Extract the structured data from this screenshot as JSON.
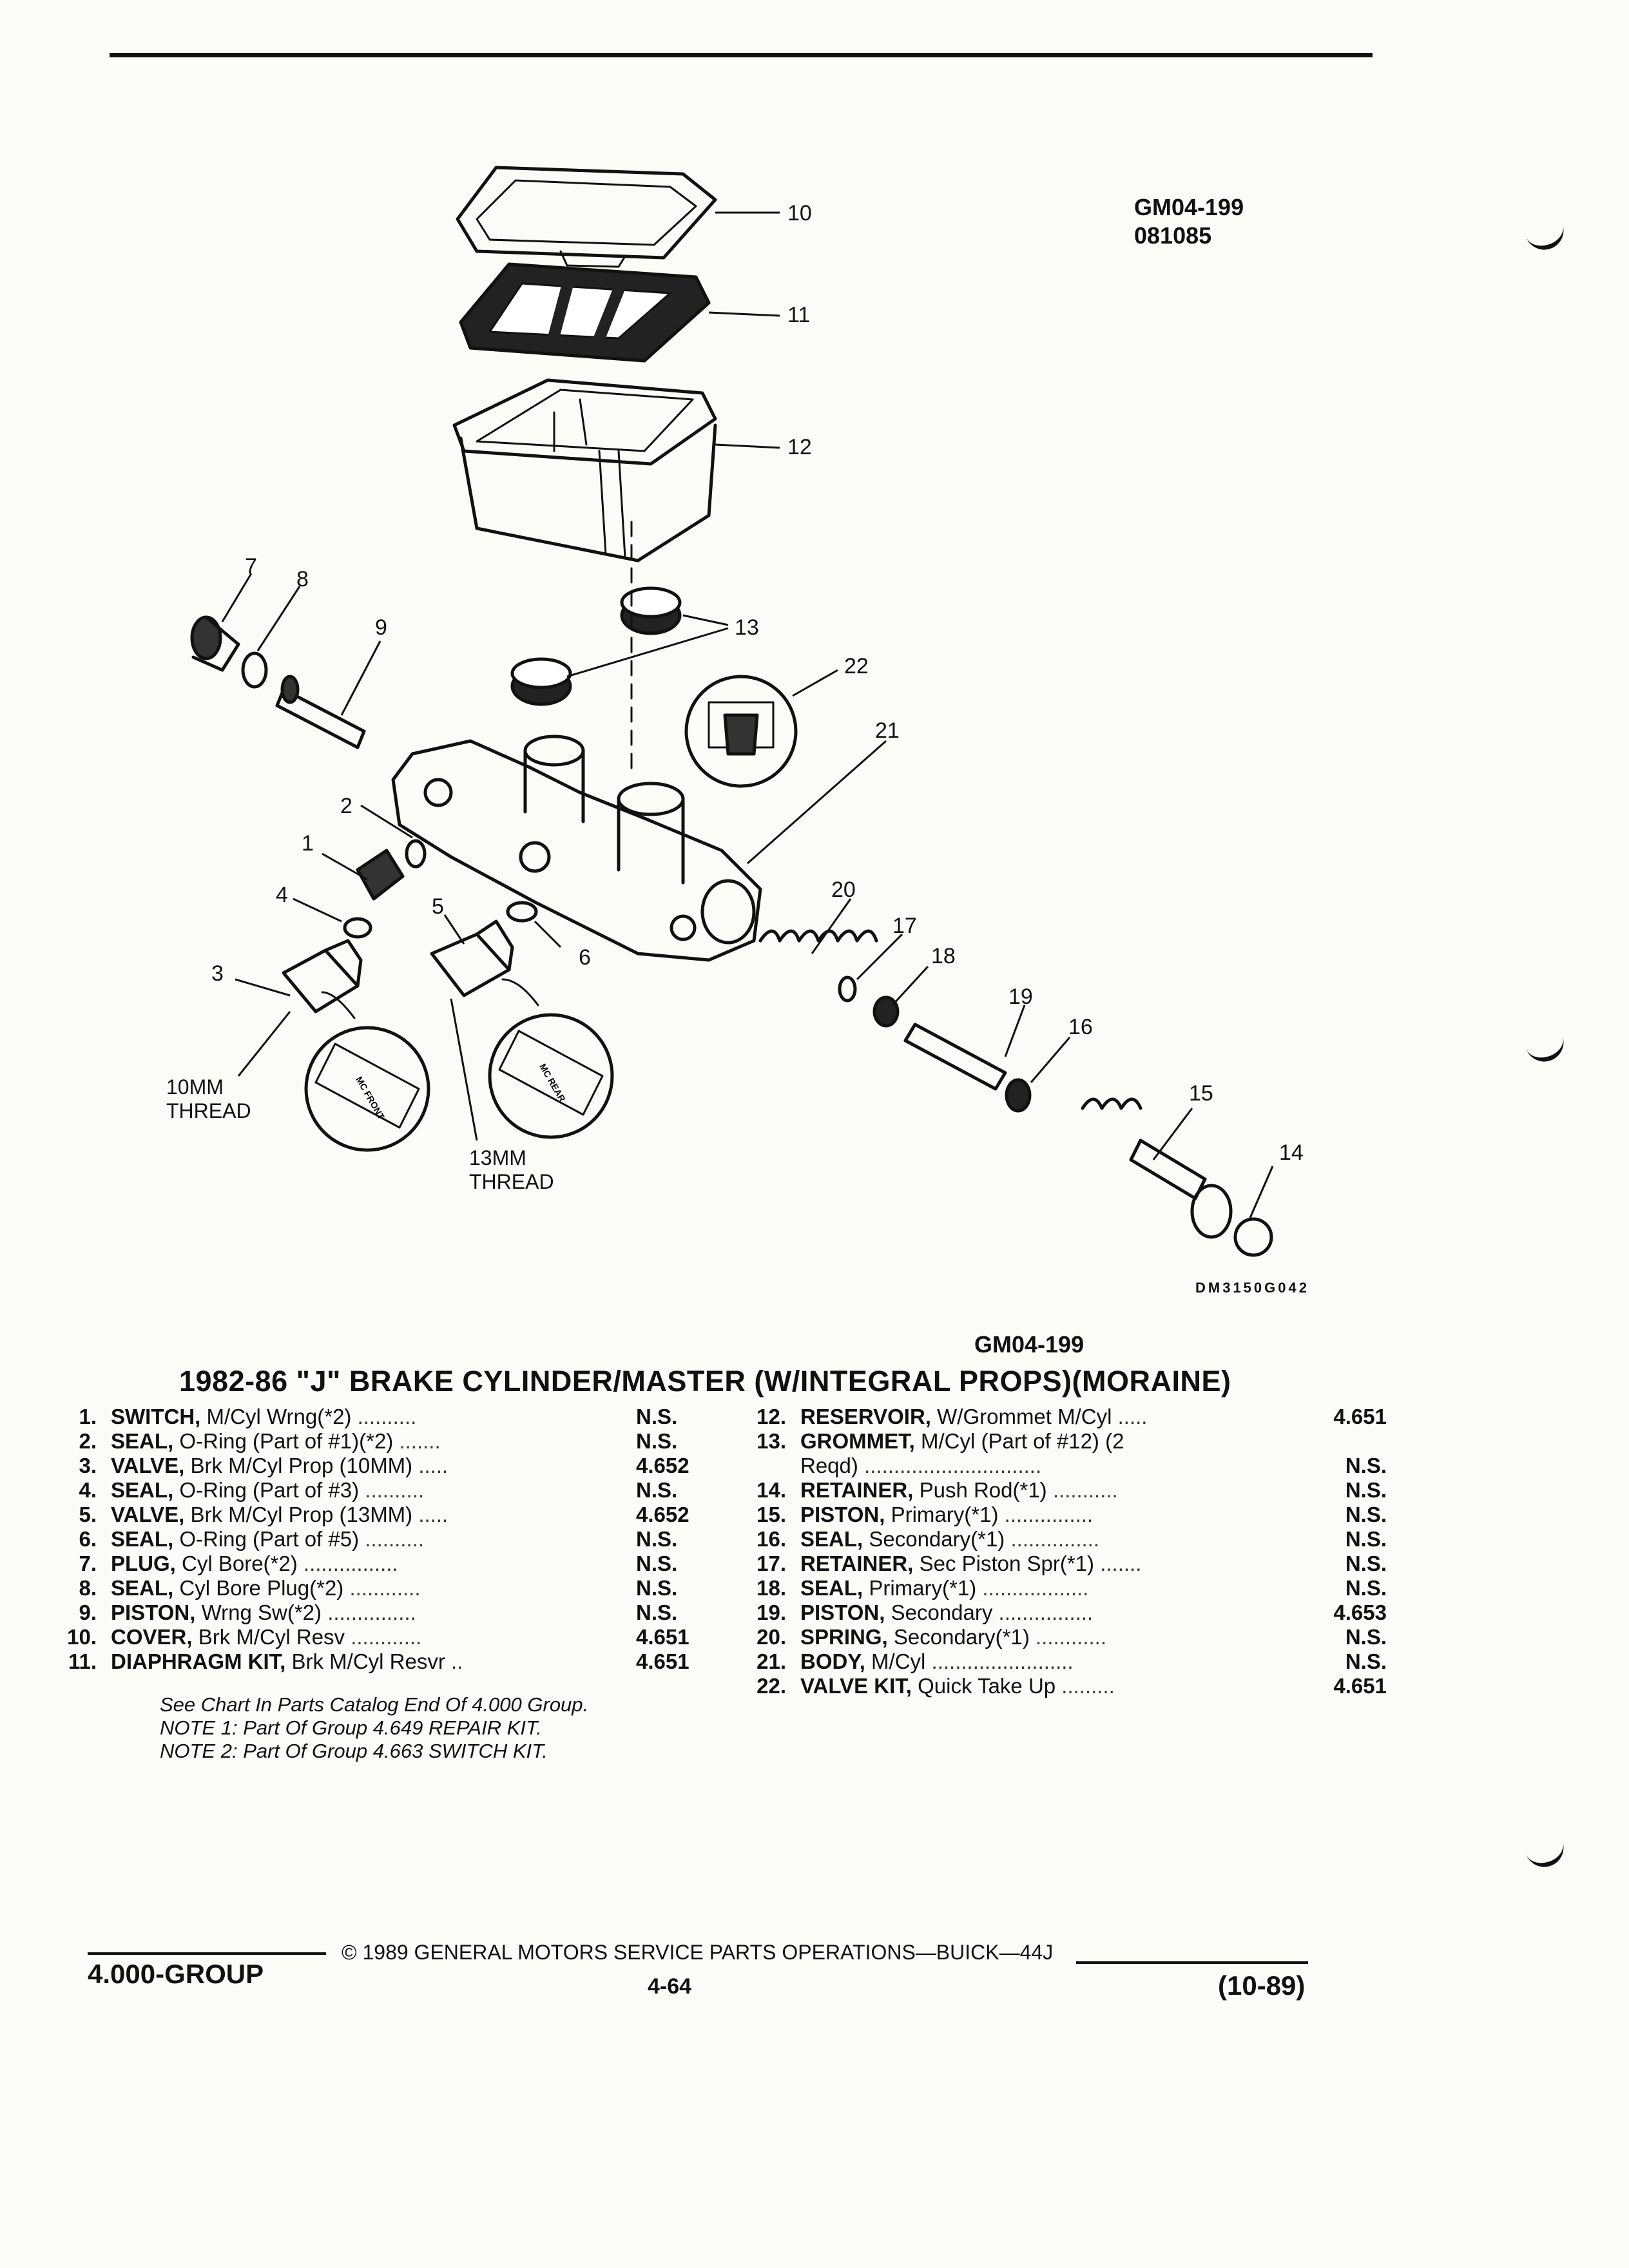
{
  "header": {
    "code": "GM04-199",
    "code2": "081085"
  },
  "diagram": {
    "callouts": [
      "10",
      "11",
      "12",
      "7",
      "8",
      "9",
      "13",
      "22",
      "21",
      "2",
      "1",
      "4",
      "5",
      "6",
      "3",
      "20",
      "17",
      "18",
      "19",
      "16",
      "15",
      "14"
    ],
    "thread_10mm_line1": "10MM",
    "thread_10mm_line2": "THREAD",
    "thread_13mm_line1": "13MM",
    "thread_13mm_line2": "THREAD",
    "drawing_id": "DM3150G042",
    "inset_front": "MC FRONT",
    "inset_rear": "MC REAR"
  },
  "section": {
    "code": "GM04-199",
    "title": "1982-86 \"J\" BRAKE CYLINDER/MASTER (W/INTEGRAL PROPS)(MORAINE)"
  },
  "parts_left": [
    {
      "no": "1.",
      "name": "SWITCH,",
      "desc": "M/Cyl Wrng(*2)",
      "dots": "..........",
      "value": "N.S."
    },
    {
      "no": "2.",
      "name": "SEAL,",
      "desc": "O-Ring (Part of #1)(*2)",
      "dots": ".......",
      "value": "N.S."
    },
    {
      "no": "3.",
      "name": "VALVE,",
      "desc": "Brk M/Cyl Prop (10MM)",
      "dots": ".....",
      "value": "4.652"
    },
    {
      "no": "4.",
      "name": "SEAL,",
      "desc": "O-Ring (Part of #3)",
      "dots": "..........",
      "value": "N.S."
    },
    {
      "no": "5.",
      "name": "VALVE,",
      "desc": "Brk M/Cyl Prop (13MM)",
      "dots": ".....",
      "value": "4.652"
    },
    {
      "no": "6.",
      "name": "SEAL,",
      "desc": "O-Ring (Part of #5)",
      "dots": "..........",
      "value": "N.S."
    },
    {
      "no": "7.",
      "name": "PLUG,",
      "desc": "Cyl Bore(*2)",
      "dots": "................",
      "value": "N.S."
    },
    {
      "no": "8.",
      "name": "SEAL,",
      "desc": "Cyl Bore Plug(*2)",
      "dots": "............",
      "value": "N.S."
    },
    {
      "no": "9.",
      "name": "PISTON,",
      "desc": "Wrng Sw(*2)",
      "dots": "...............",
      "value": "N.S."
    },
    {
      "no": "10.",
      "name": "COVER,",
      "desc": "Brk M/Cyl Resv",
      "dots": "............",
      "value": "4.651"
    },
    {
      "no": "11.",
      "name": "DIAPHRAGM KIT,",
      "desc": "Brk M/Cyl Resvr",
      "dots": "..",
      "value": "4.651"
    }
  ],
  "parts_right": [
    {
      "no": "12.",
      "name": "RESERVOIR,",
      "desc": "W/Grommet M/Cyl",
      "dots": ".....",
      "value": "4.651"
    },
    {
      "no": "13.",
      "name": "GROMMET,",
      "desc": "M/Cyl (Part of #12) (2",
      "dots": "",
      "value": ""
    },
    {
      "no": "",
      "name": "",
      "desc": "Reqd)",
      "dots": "..............................",
      "value": "N.S."
    },
    {
      "no": "14.",
      "name": "RETAINER,",
      "desc": "Push Rod(*1)",
      "dots": "...........",
      "value": "N.S."
    },
    {
      "no": "15.",
      "name": "PISTON,",
      "desc": "Primary(*1)",
      "dots": "...............",
      "value": "N.S."
    },
    {
      "no": "16.",
      "name": "SEAL,",
      "desc": "Secondary(*1)",
      "dots": "...............",
      "value": "N.S."
    },
    {
      "no": "17.",
      "name": "RETAINER,",
      "desc": "Sec Piston Spr(*1)",
      "dots": ".......",
      "value": "N.S."
    },
    {
      "no": "18.",
      "name": "SEAL,",
      "desc": "Primary(*1)",
      "dots": "..................",
      "value": "N.S."
    },
    {
      "no": "19.",
      "name": "PISTON,",
      "desc": "Secondary",
      "dots": "................",
      "value": "4.653"
    },
    {
      "no": "20.",
      "name": "SPRING,",
      "desc": "Secondary(*1)",
      "dots": "............",
      "value": "N.S."
    },
    {
      "no": "21.",
      "name": "BODY,",
      "desc": "M/Cyl",
      "dots": "........................",
      "value": "N.S."
    },
    {
      "no": "22.",
      "name": "VALVE KIT,",
      "desc": "Quick Take Up",
      "dots": ".........",
      "value": "4.651"
    }
  ],
  "notes": [
    "See Chart In Parts Catalog End Of 4.000 Group.",
    "NOTE 1: Part Of Group 4.649 REPAIR KIT.",
    "NOTE 2: Part Of Group 4.663 SWITCH KIT."
  ],
  "footer": {
    "group": "4.000-GROUP",
    "copyright": "© 1989 GENERAL MOTORS SERVICE PARTS OPERATIONS—BUICK—44J",
    "page": "4-64",
    "date": "(10-89)"
  }
}
